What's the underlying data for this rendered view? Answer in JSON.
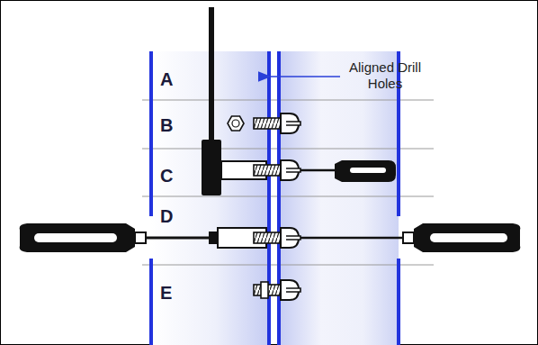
{
  "diagram": {
    "labels": [
      "A",
      "B",
      "C",
      "D",
      "E",
      "Aligned Drill Holes"
    ]
  }
}
